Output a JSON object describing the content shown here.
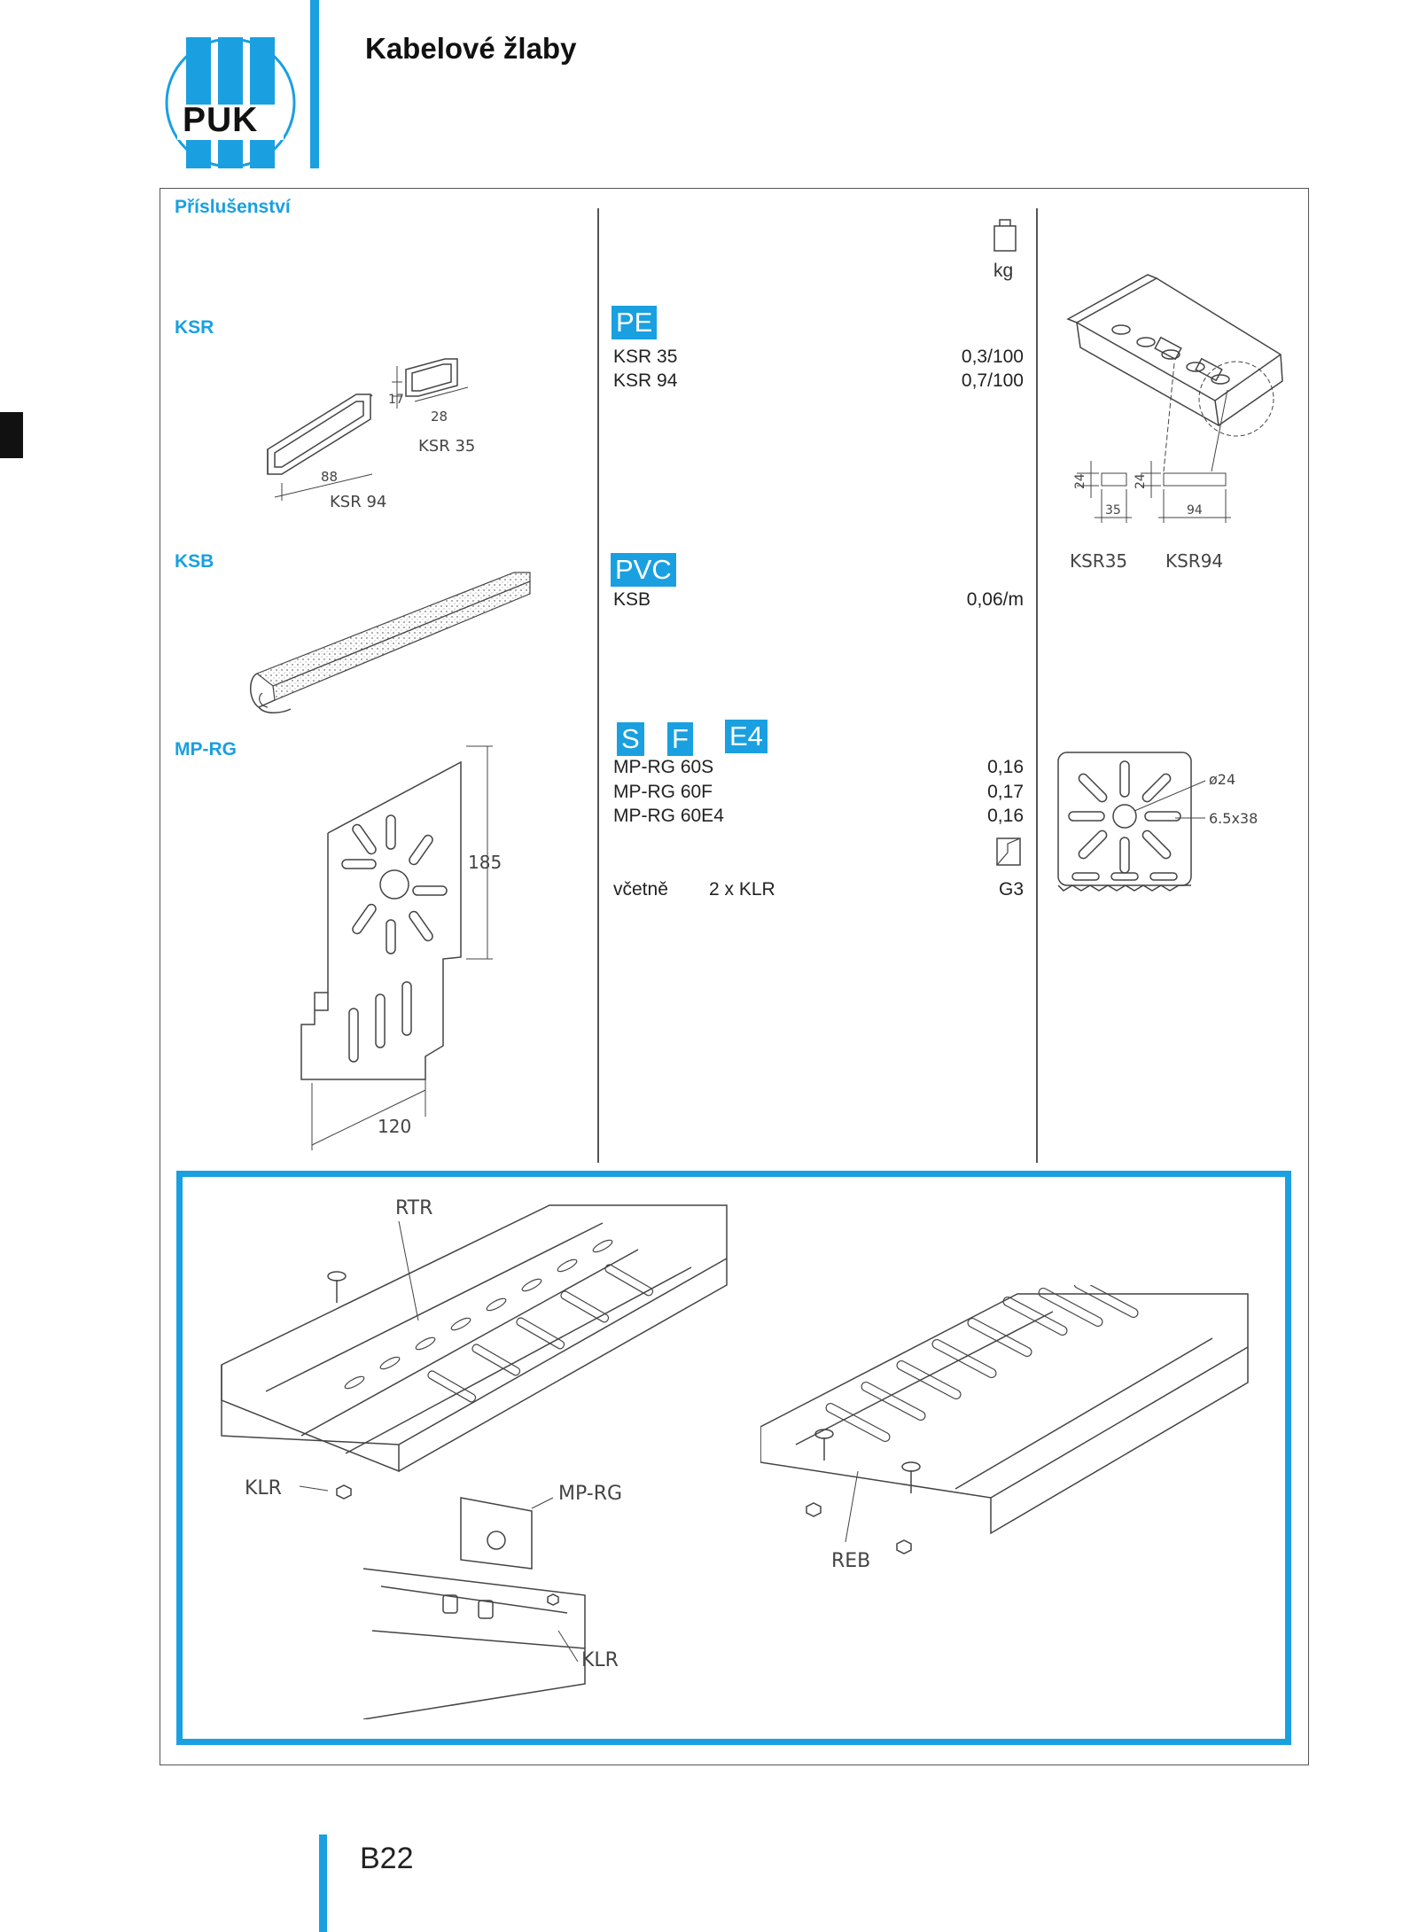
{
  "header": {
    "logo_text": "PUK",
    "title": "Kabelové žlaby"
  },
  "section": {
    "title": "Příslušenství",
    "weight_unit": "kg"
  },
  "products": {
    "ksr": {
      "label": "KSR",
      "material": "PE",
      "items": [
        {
          "name": "KSR 35",
          "value": "0,3/100"
        },
        {
          "name": "KSR 94",
          "value": "0,7/100"
        }
      ],
      "drawing": {
        "dim_17": "17",
        "dim_28": "28",
        "dim_88": "88",
        "name_35": "KSR 35",
        "name_94": "KSR 94"
      },
      "detail": {
        "h1": "24",
        "h2": "24",
        "w1": "35",
        "w2": "94",
        "name1": "KSR35",
        "name2": "KSR94"
      }
    },
    "ksb": {
      "label": "KSB",
      "material": "PVC",
      "items": [
        {
          "name": "KSB",
          "value": "0,06/m"
        }
      ]
    },
    "mprg": {
      "label": "MP-RG",
      "materials": [
        "S",
        "F",
        "E4"
      ],
      "items": [
        {
          "name": "MP-RG 60S",
          "value": "0,16"
        },
        {
          "name": "MP-RG 60F",
          "value": "0,17"
        },
        {
          "name": "MP-RG 60E4",
          "value": "0,16"
        }
      ],
      "includes_label": "včetně",
      "includes_value": "2 x KLR",
      "grade": "G3",
      "drawing": {
        "height": "185",
        "width": "120"
      },
      "detail": {
        "hole": "ø24",
        "slot": "6.5x38"
      }
    }
  },
  "assembly": {
    "labels": {
      "rtr": "RTR",
      "klr_left": "KLR",
      "mprg": "MP-RG",
      "klr_center": "KLR",
      "reb": "REB"
    }
  },
  "footer": {
    "page_number": "B22"
  },
  "colors": {
    "accent": "#1aa0e0",
    "line": "#444444"
  }
}
